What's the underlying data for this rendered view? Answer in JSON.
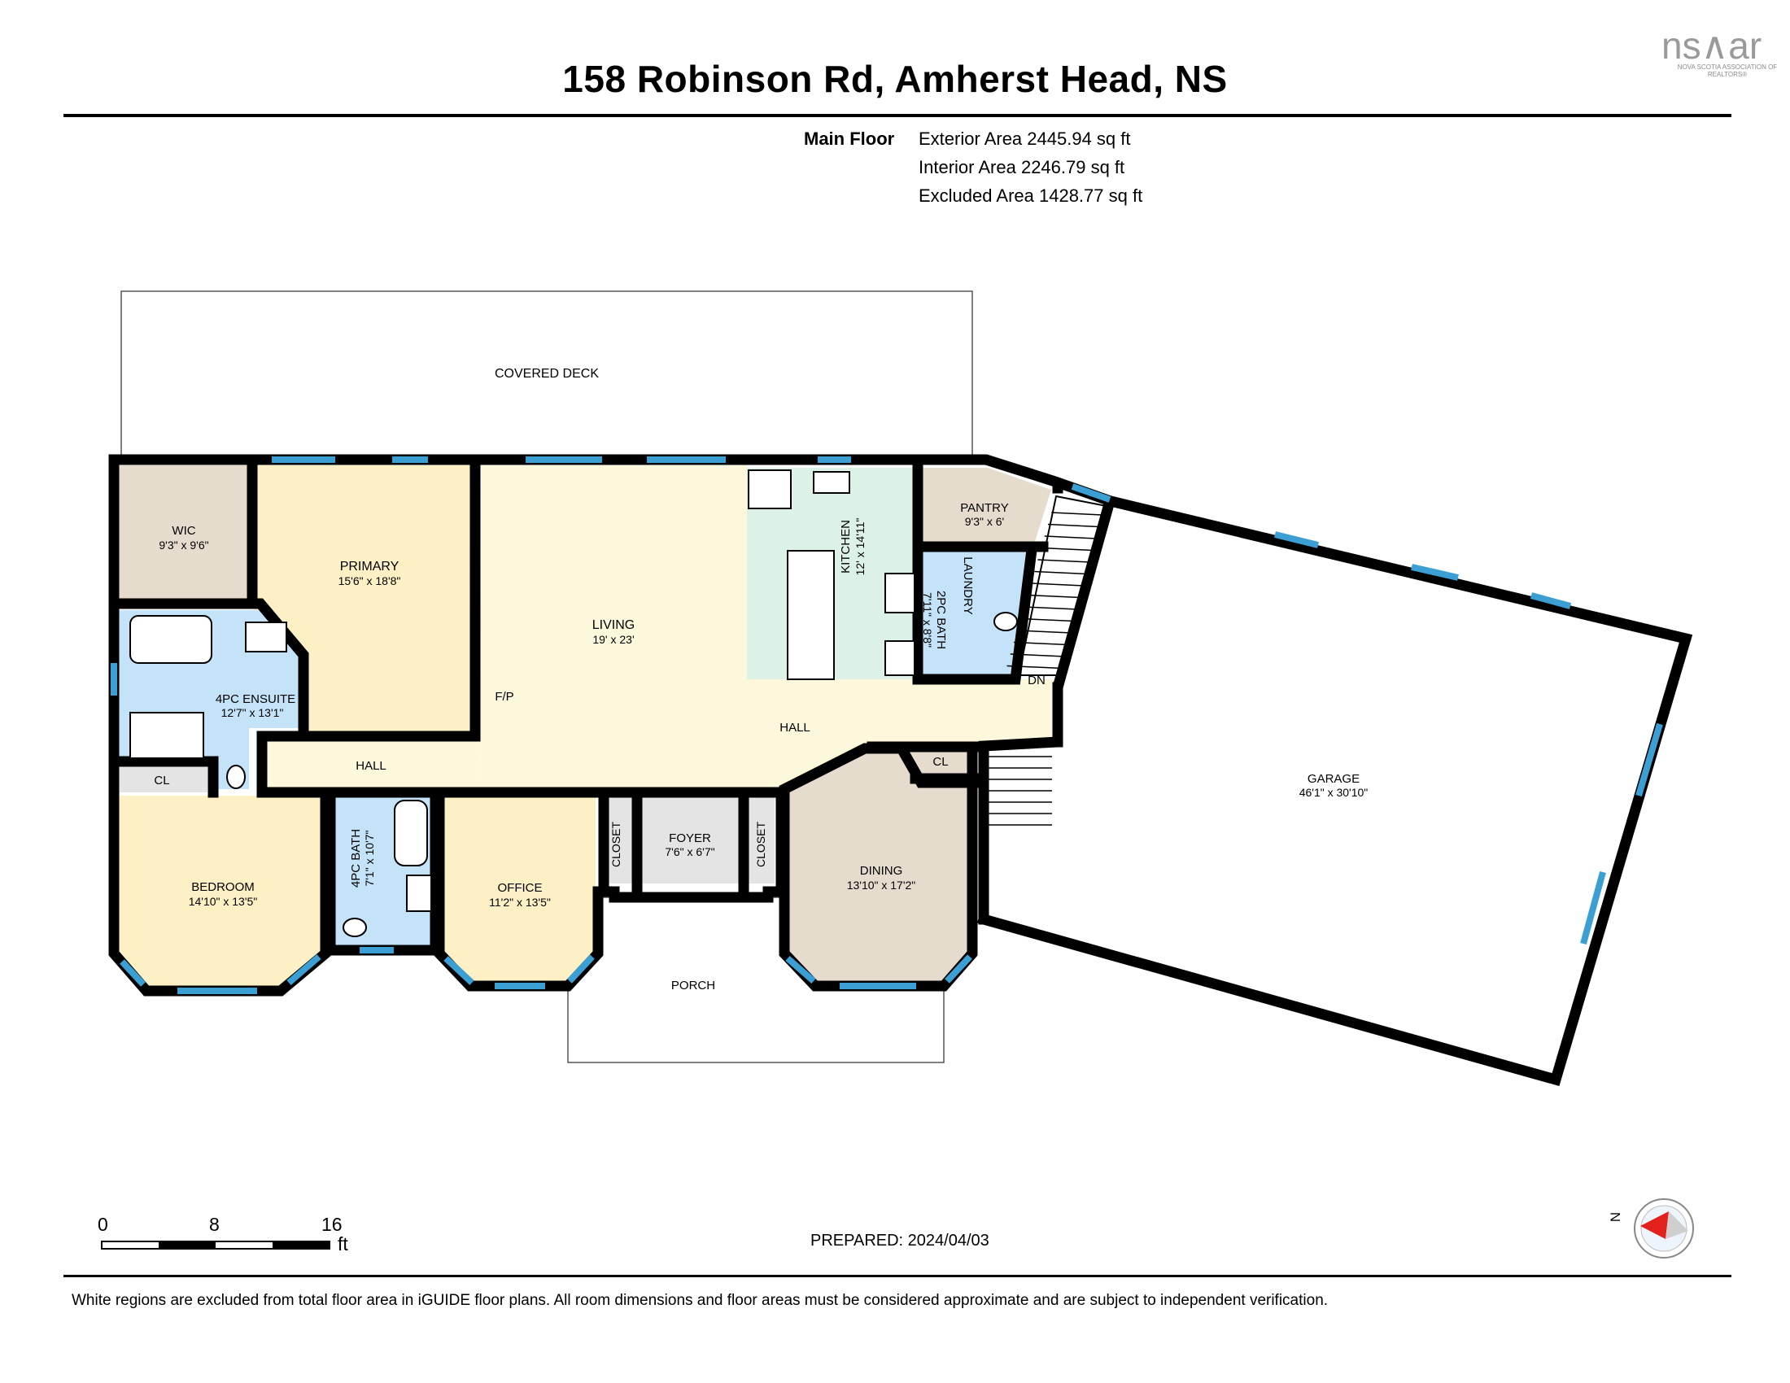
{
  "header": {
    "address": "158 Robinson Rd, Amherst Head, NS"
  },
  "logo": {
    "text": "ns∧ar",
    "subtext": "NOVA SCOTIA ASSOCIATION OF REALTORS®"
  },
  "areas": {
    "floor_label": "Main Floor",
    "exterior": "Exterior Area 2445.94 sq ft",
    "interior": "Interior Area 2246.79 sq ft",
    "excluded": "Excluded Area 1428.77 sq ft"
  },
  "rooms": {
    "covered_deck": {
      "name": "COVERED DECK"
    },
    "wic": {
      "name": "WIC",
      "dims": "9'3\" x 9'6\""
    },
    "primary": {
      "name": "PRIMARY",
      "dims": "15'6\" x 18'8\""
    },
    "living": {
      "name": "LIVING",
      "dims": "19' x 23'"
    },
    "kitchen": {
      "name": "KITCHEN",
      "dims": "12' x 14'11\""
    },
    "pantry": {
      "name": "PANTRY",
      "dims": "9'3\" x 6'"
    },
    "bath_2pc": {
      "name": "2PC BATH",
      "dims": "7'11\" x 8'8\""
    },
    "laundry": {
      "name": "LAUNDRY"
    },
    "ensuite": {
      "name": "4PC ENSUITE",
      "dims": "12'7\" x 13'1\""
    },
    "fp": {
      "name": "F/P"
    },
    "hall_center": {
      "name": "HALL"
    },
    "hall_left": {
      "name": "HALL"
    },
    "cl_left": {
      "name": "CL"
    },
    "cl_dining": {
      "name": "CL"
    },
    "dn": {
      "name": "DN"
    },
    "bedroom": {
      "name": "BEDROOM",
      "dims": "14'10\" x 13'5\""
    },
    "bath_4pc": {
      "name": "4PC BATH",
      "dims": "7'1\" x 10'7\""
    },
    "office": {
      "name": "OFFICE",
      "dims": "11'2\" x 13'5\""
    },
    "closet_left": {
      "name": "CLOSET"
    },
    "foyer": {
      "name": "FOYER",
      "dims": "7'6\" x 6'7\""
    },
    "closet_right": {
      "name": "CLOSET"
    },
    "dining": {
      "name": "DINING",
      "dims": "13'10\" x 17'2\""
    },
    "porch": {
      "name": "PORCH"
    },
    "garage": {
      "name": "GARAGE",
      "dims": "46'1\" x 30'10\""
    }
  },
  "scale": {
    "ticks": [
      "0",
      "8",
      "16"
    ],
    "unit": "ft"
  },
  "compass": {
    "label": "N"
  },
  "footer": {
    "prepared": "PREPARED: 2024/04/03",
    "disclaimer": "White regions are excluded from total floor area in iGUIDE floor plans. All room dimensions and floor areas must be considered approximate and are subject to independent verification."
  },
  "colors": {
    "bedroom_fill": "#fdf0c4",
    "living_fill": "#fdf8dc",
    "wet_fill": "#c4e3f8",
    "kitchen_fill": "#dcf2e7",
    "utility_fill": "#e6dccd",
    "closet_fill": "#e4e4e4",
    "wall": "#000000",
    "window": "#3c9fd3"
  }
}
